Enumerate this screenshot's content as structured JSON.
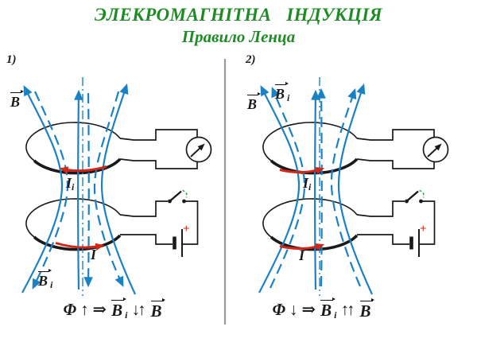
{
  "title": {
    "heading": "ЭЛЕКРОМАГНІТНА   ІНДУКЦІЯ",
    "subtitle": "Правило Ленца"
  },
  "colors": {
    "title_green": "#1f8b26",
    "field_blue": "#1a82c4",
    "current_red": "#d22619",
    "switch_arc_green": "#3aa558",
    "divider_gray": "#9a9a9a",
    "ink": "#1a1a1a"
  },
  "left": {
    "number": "1)",
    "labels": {
      "b": "B",
      "bi_base": "B",
      "bi_sub": "i",
      "ii_base": "I",
      "ii_sub": "i",
      "i": "I"
    },
    "battery_plus": "+",
    "formula": {
      "phi": "Φ",
      "flux_arrow": "↑",
      "implies": "⇒",
      "bi_base": "B",
      "bi_sub": "i",
      "relation": "↓↑",
      "b": "B"
    }
  },
  "right": {
    "number": "2)",
    "labels": {
      "b": "B",
      "bi_base": "B",
      "bi_sub": "i",
      "ii_base": "I",
      "ii_sub": "i",
      "i": "I"
    },
    "battery_plus": "+",
    "formula": {
      "phi": "Φ",
      "flux_arrow": "↓",
      "implies": "⇒",
      "bi_base": "B",
      "bi_sub": "i",
      "relation": "↑↑",
      "b": "B"
    }
  }
}
